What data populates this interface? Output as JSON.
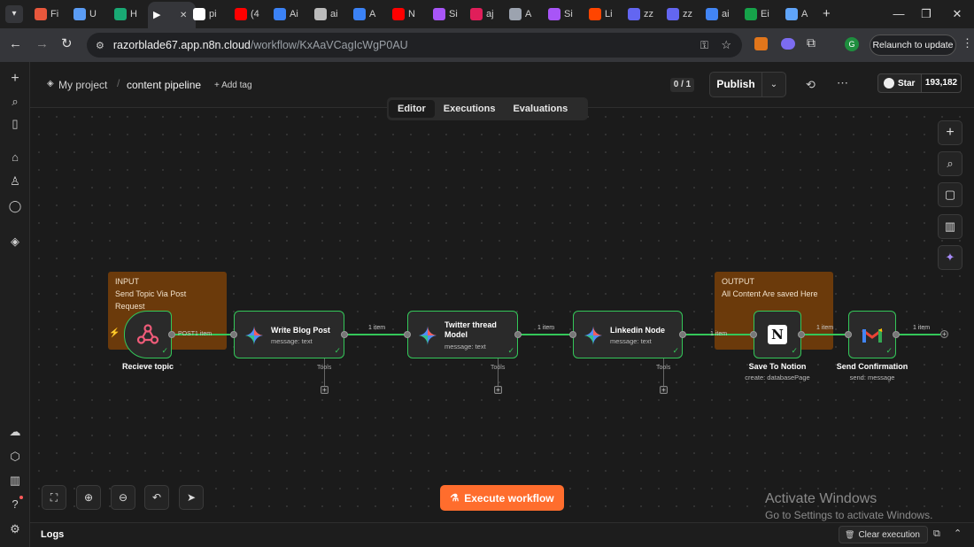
{
  "browser": {
    "tabs": [
      {
        "label": "Fi",
        "color": "#e8573c"
      },
      {
        "label": "U",
        "color": "#5a9cf5"
      },
      {
        "label": "H",
        "color": "#19a974"
      },
      {
        "label": "",
        "color": "#ffffff"
      },
      {
        "label": "pi",
        "color": "#ffffff"
      },
      {
        "label": "(4",
        "color": "#ff0000"
      },
      {
        "label": "Ai",
        "color": "#3b82f6"
      },
      {
        "label": "ai",
        "color": "#bbbbbb"
      },
      {
        "label": "A",
        "color": "#3b82f6"
      },
      {
        "label": "N",
        "color": "#ff0000"
      },
      {
        "label": "Si",
        "color": "#a855f7"
      },
      {
        "label": "aj",
        "color": "#e01e5a"
      },
      {
        "label": "A",
        "color": "#9ca3af"
      },
      {
        "label": "Si",
        "color": "#a855f7"
      },
      {
        "label": "Li",
        "color": "#ff4500"
      },
      {
        "label": "zz",
        "color": "#6366f1"
      },
      {
        "label": "zz",
        "color": "#6366f1"
      },
      {
        "label": "ai",
        "color": "#4285f4"
      },
      {
        "label": "Ei",
        "color": "#16a34a"
      },
      {
        "label": "A",
        "color": "#60a5fa"
      }
    ],
    "url_host": "razorblade67.app.n8n.cloud",
    "url_path": "/workflow/KxAaVCagIcWgP0AU",
    "profile_initial": "G",
    "relaunch_label": "Relaunch to update"
  },
  "header": {
    "project": "My project",
    "workflow_name": "content pipeline",
    "add_tag": "+ Add tag",
    "counter": "0 / 1",
    "publish": "Publish",
    "star": "Star",
    "star_count": "193,182"
  },
  "view_tabs": [
    "Editor",
    "Executions",
    "Evaluations"
  ],
  "stickies": {
    "input": [
      "INPUT",
      "Send Topic Via Post",
      "Request"
    ],
    "output": [
      "OUTPUT",
      "All Content Are saved Here"
    ]
  },
  "nodes": {
    "webhook": {
      "label": "Recieve topic"
    },
    "blog": {
      "title": "Write Blog Post",
      "sub": "message: text"
    },
    "twitter": {
      "title": "Twitter thread Model",
      "sub": "message: text"
    },
    "linkedin": {
      "title": "Linkedin Node",
      "sub": "message: text"
    },
    "notion": {
      "label": "Save To Notion",
      "sub": "create: databasePage"
    },
    "gmail": {
      "label": "Send Confirmation",
      "sub": "send: message"
    }
  },
  "edges": {
    "e1": "POST",
    "e1b": "1 item",
    "e2": "1 item",
    "e3": "1 item",
    "e4": "1 item",
    "e5": "1 item",
    "e6": "1 item"
  },
  "tools_label": "Tools",
  "execute": "Execute workflow",
  "footer": {
    "logs": "Logs",
    "clear": "Clear execution"
  },
  "watermark": {
    "line1": "Activate Windows",
    "line2": "Go to Settings to activate Windows."
  }
}
